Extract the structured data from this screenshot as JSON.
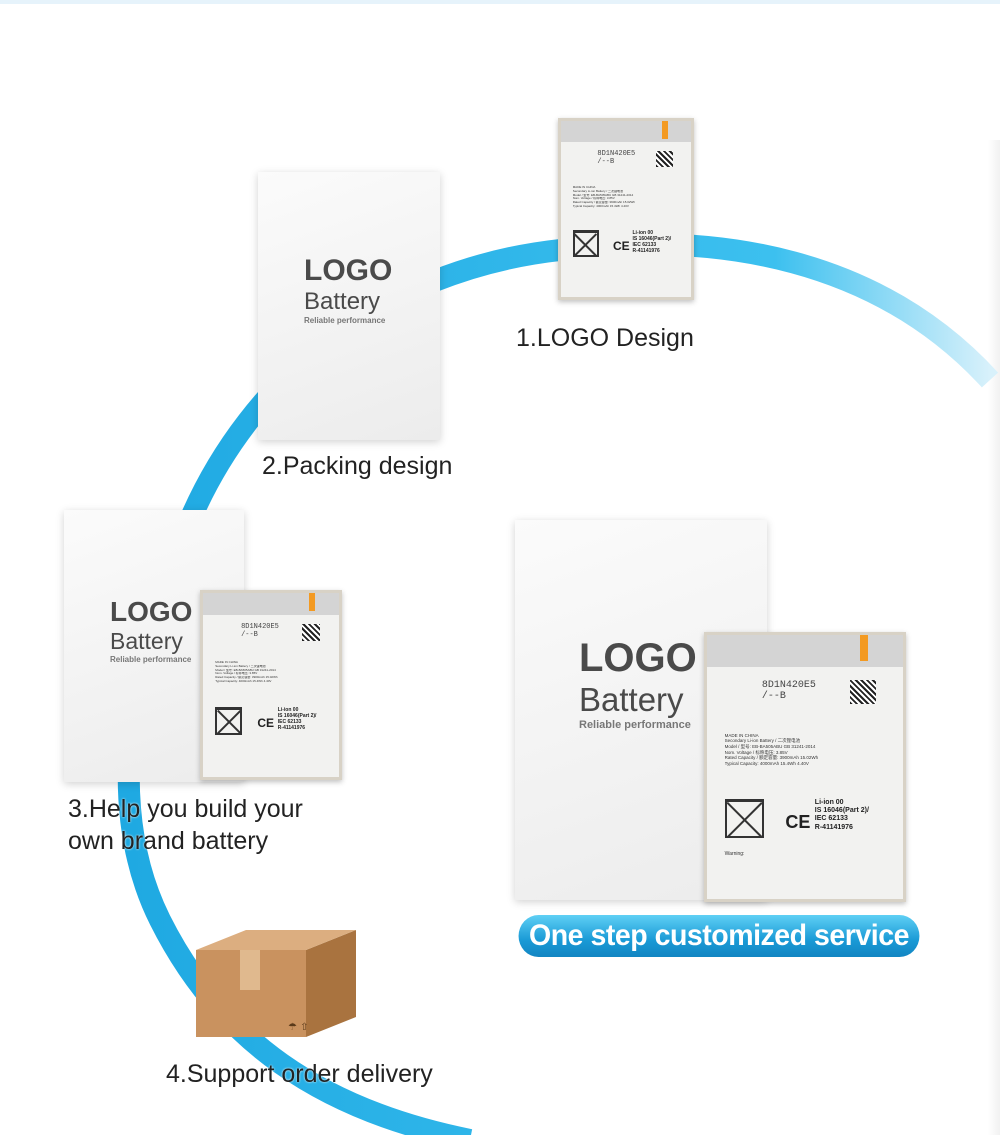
{
  "steps": {
    "step1": "1.LOGO Design",
    "step2": "2.Packing design",
    "step3_line1": "3.Help you build your",
    "step3_line2": "own brand battery",
    "step4": "4.Support order delivery"
  },
  "box_logo": {
    "logo": "LOGO",
    "product": "Battery",
    "tagline": "Reliable performance"
  },
  "battery_label": {
    "serial": "8D1N420E5",
    "serial2": "/--B",
    "made_in": "MADE IN CHINA",
    "line1": "Secondary Li-ion Battery / 二次锂电池",
    "line2": "Model / 型号: EB-BA505ABU  GB 31241-2014",
    "line3": "Nom. Voltage / 标称电压: 3.85V",
    "line4": "Rated Capacity / 额定容量: 3900mAh 15.02Wh",
    "line5": "Typical Capacity: 4000mAh 15.4Wh 4.40V",
    "li_ion": "Li-ion 00",
    "std1": "IS 16046(Part 2)/",
    "std2": "IEC 62133",
    "reg": "R-41141976",
    "warning": "Warning:",
    "ce": "CE"
  },
  "banner": "One step customized service",
  "colors": {
    "arc": "#29b6e8",
    "banner": "#1a9ad6",
    "tab": "#f39a22",
    "carton": "#c9925f"
  }
}
